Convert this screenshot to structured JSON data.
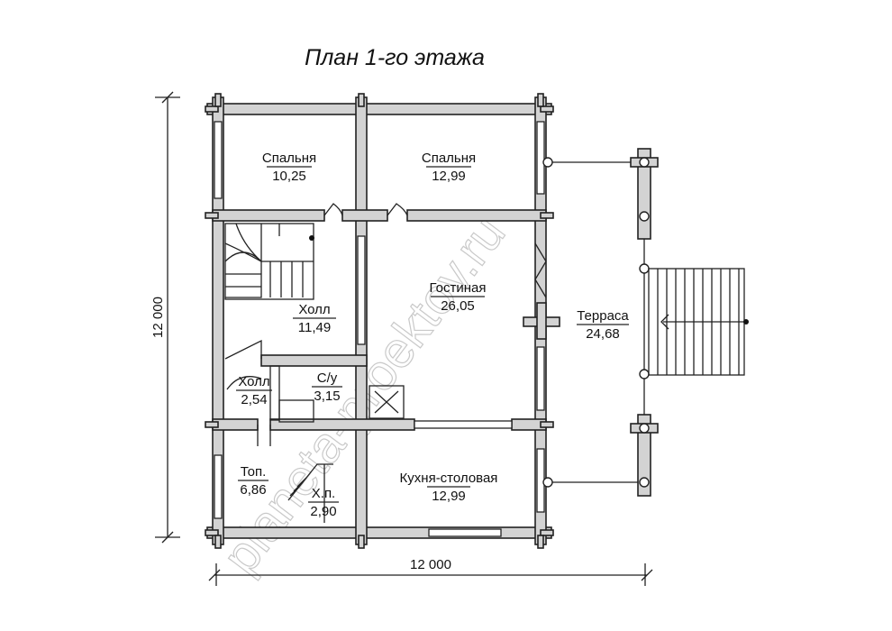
{
  "title": "План 1-го этажа",
  "rooms": [
    {
      "name": "Спальня",
      "area": "10,25"
    },
    {
      "name": "Спальня",
      "area": "12,99"
    },
    {
      "name": "Холл",
      "area": "11,49"
    },
    {
      "name": "Гостиная",
      "area": "26,05"
    },
    {
      "name": "Терраса",
      "area": "24,68"
    },
    {
      "name": "Холл",
      "area": "2,54"
    },
    {
      "name": "С/у",
      "area": "3,15"
    },
    {
      "name": "Топ.",
      "area": "6,86"
    },
    {
      "name": "Х.п.",
      "area": "2,90"
    },
    {
      "name": "Кухня-столовая",
      "area": "12,99"
    }
  ],
  "dimensions": {
    "width": "12 000",
    "height": "12 000"
  },
  "watermark": "planeta-proektov.ru"
}
